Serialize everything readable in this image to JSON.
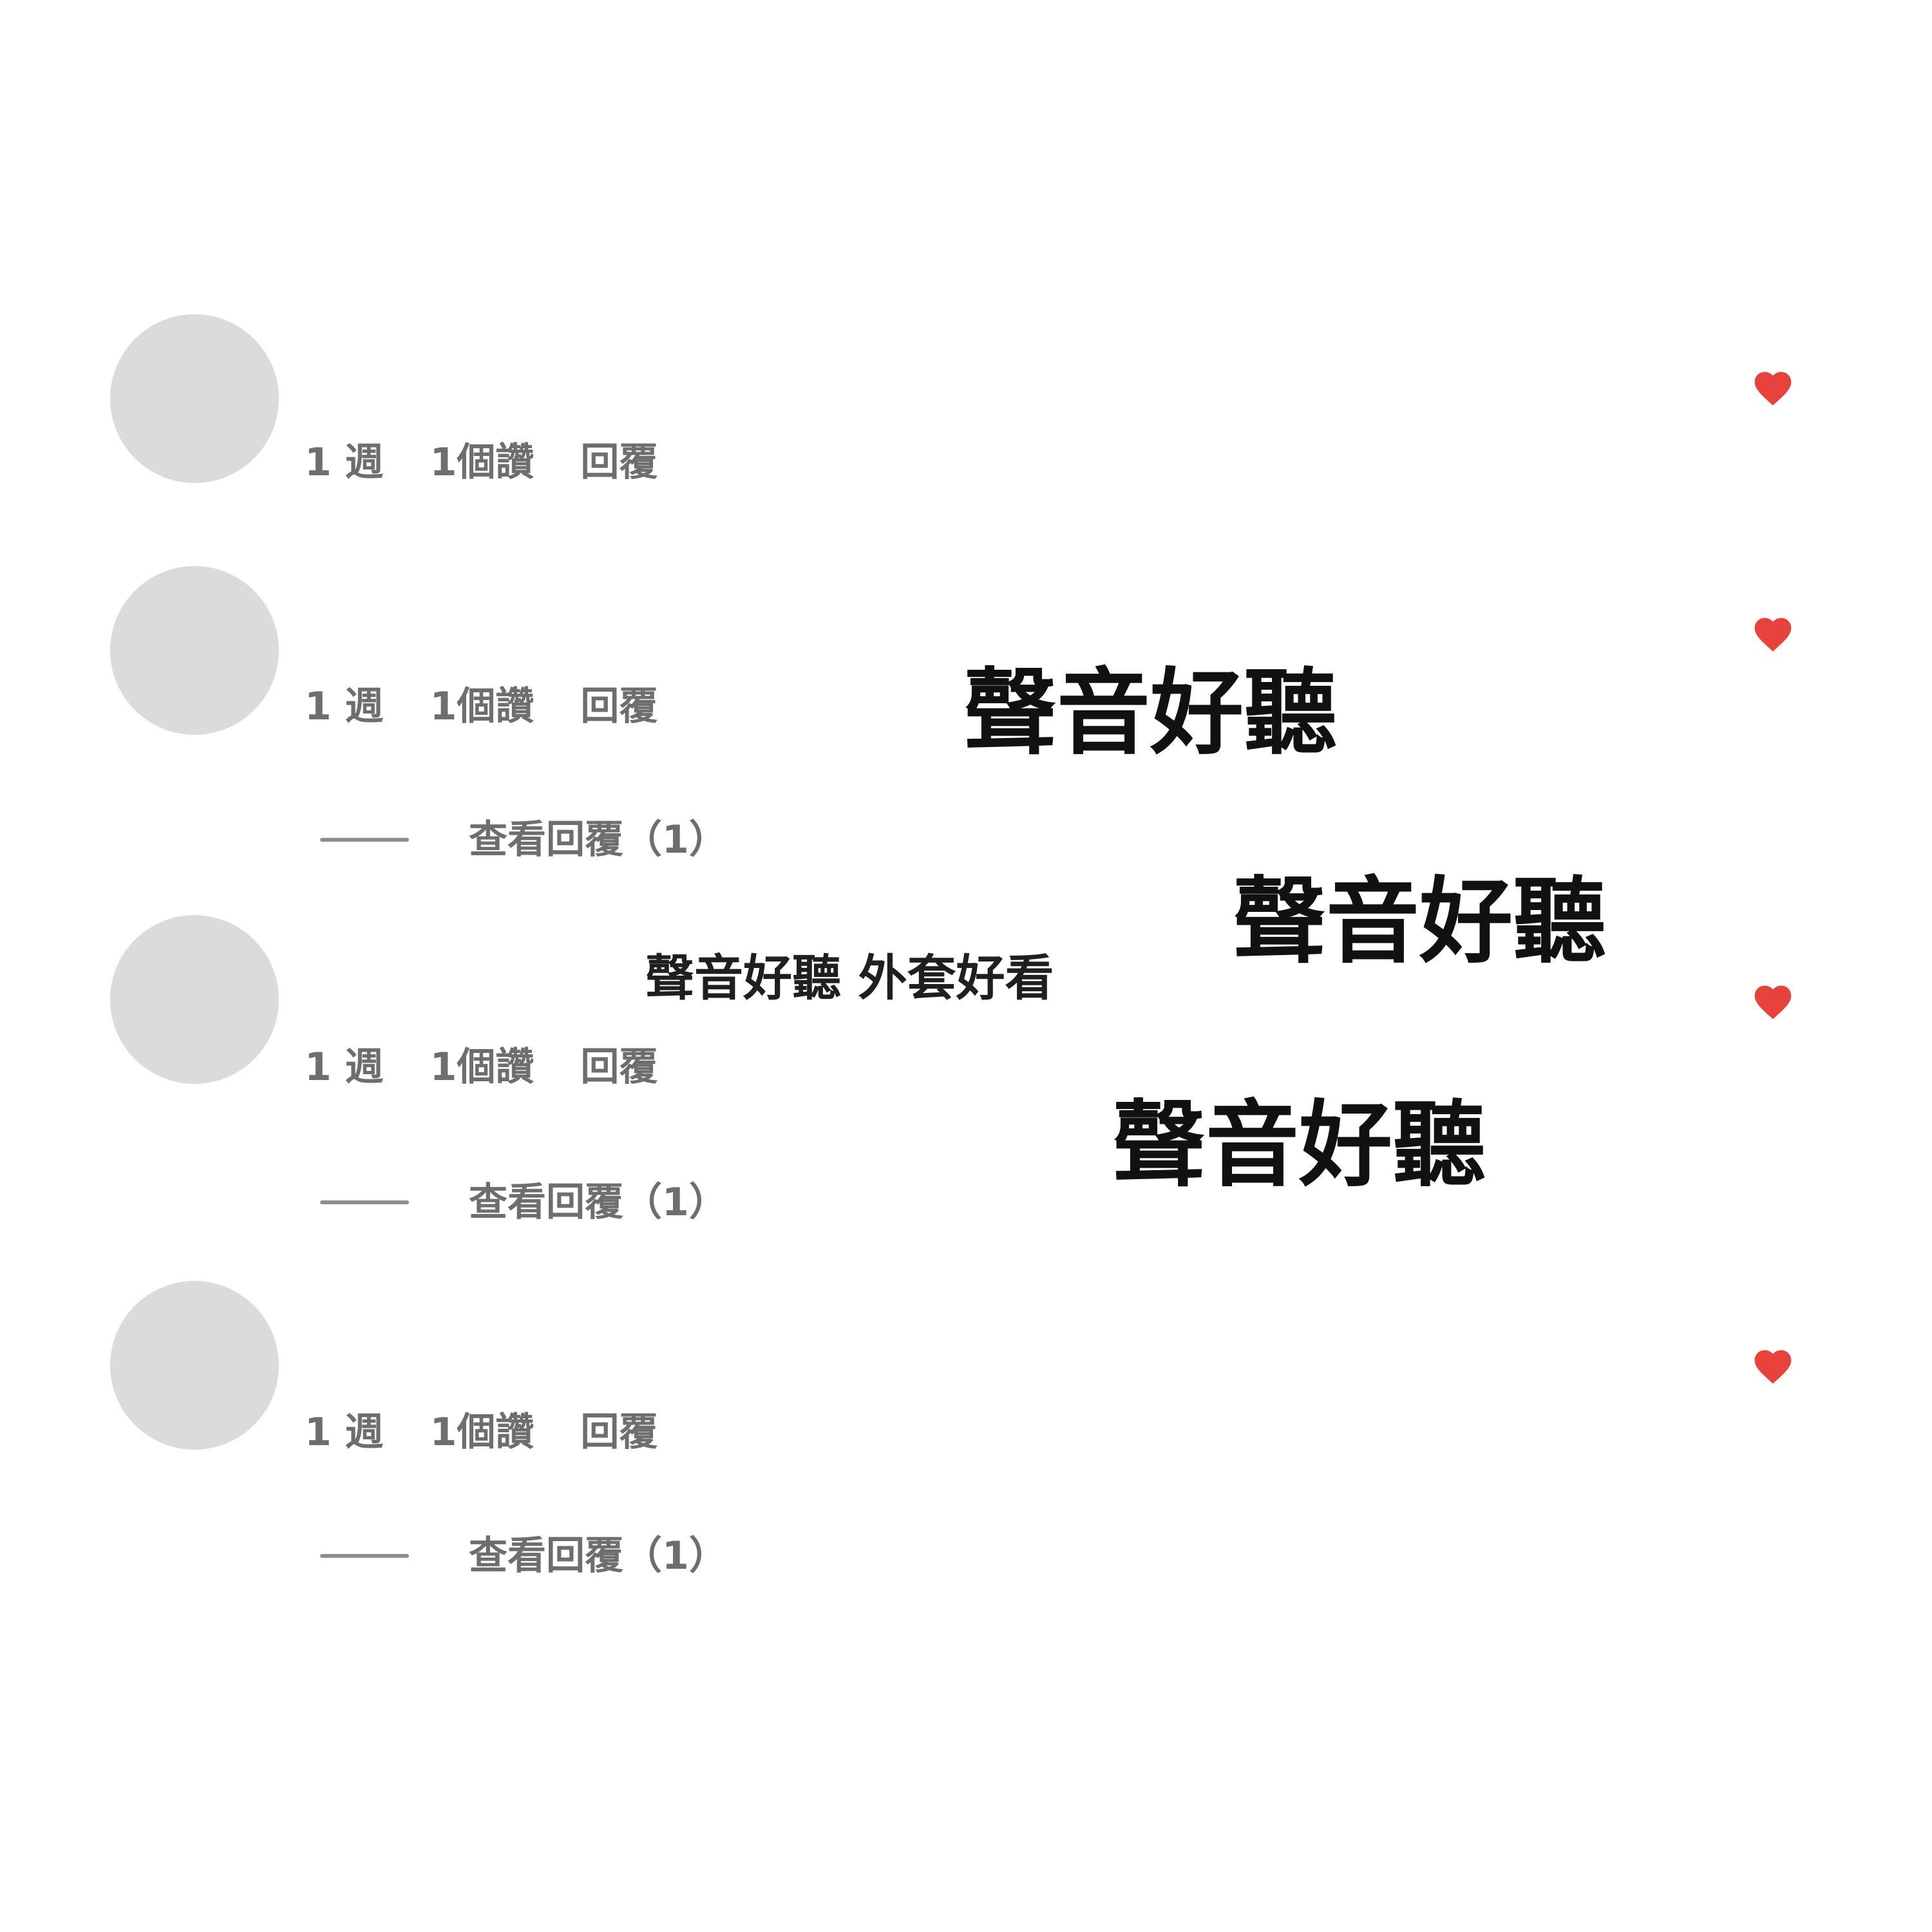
{
  "colors": {
    "background": "#ffffff",
    "avatar_gray": "#dbdbdb",
    "meta_text_gray": "#6e6e6e",
    "divider_gray": "#8e8e8e",
    "heart_red": "#e8423d",
    "comment_text": "#1f1f1f",
    "overlay_text": "#111111"
  },
  "comments": [
    {
      "time": "1 週",
      "likes": "1個讚",
      "reply_label": "回覆",
      "liked": true
    },
    {
      "time": "1 週",
      "likes": "1個讚",
      "reply_label": "回覆",
      "liked": true,
      "view_replies": "查看回覆（1）"
    },
    {
      "time": "1 週",
      "likes": "1個讚",
      "reply_label": "回覆",
      "liked": true,
      "text": "聲音好聽 外套好看",
      "view_replies": "查看回覆（1）"
    },
    {
      "time": "1 週",
      "likes": "1個讚",
      "reply_label": "回覆",
      "liked": true,
      "view_replies": "查看回覆（1）"
    }
  ],
  "overlays": [
    {
      "text": "聲音好聽"
    },
    {
      "text": "聲音好聽"
    },
    {
      "text": "聲音好聽"
    }
  ]
}
